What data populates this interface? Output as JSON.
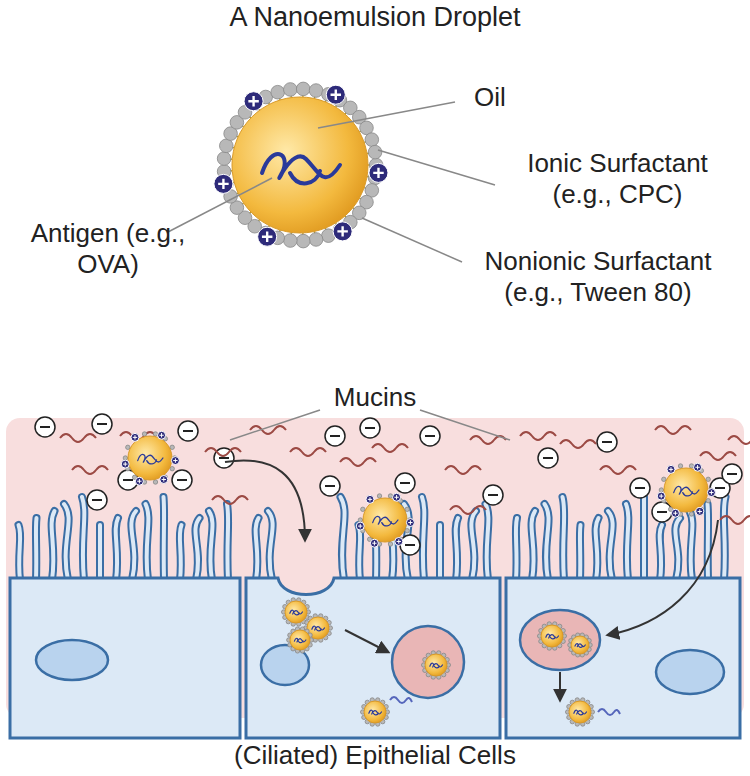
{
  "diagram": {
    "title": "A Nanoemulsion Droplet",
    "caption": "(Ciliated) Epithelial Cells",
    "labels": [
      "Oil",
      "Ionic Surfactant (e.g., CPC)",
      "Antigen (e.g., OVA)",
      "Nonionic Surfactant (e.g., Tween 80)",
      "Mucins"
    ]
  }
}
